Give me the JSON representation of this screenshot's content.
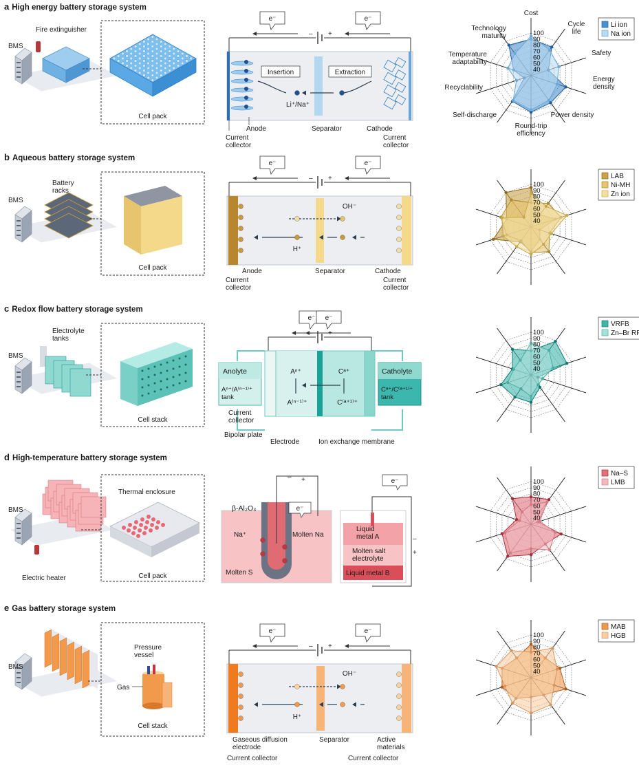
{
  "panels": [
    {
      "letter": "a",
      "title": "High energy battery storage system",
      "labels": {
        "bms": "BMS",
        "extra": "Fire extinguisher",
        "pack": "Cell pack",
        "left_electrode": "Anode",
        "left_collector": "Current\ncollector",
        "separator": "Separator",
        "right_electrode": "Cathode",
        "right_collector": "Current\ncollector",
        "ion": "Li⁺/Na⁺",
        "insertion": "Insertion",
        "extraction": "Extraction"
      }
    },
    {
      "letter": "b",
      "title": "Aqueous battery storage system",
      "labels": {
        "bms": "BMS",
        "extra": "Battery\nracks",
        "pack": "Cell pack",
        "left_electrode": "Anode",
        "left_collector": "Current\ncollector",
        "separator": "Separator",
        "right_electrode": "Cathode",
        "right_collector": "Current\ncollector",
        "ion_top": "OH⁻",
        "ion_bottom": "H⁺"
      }
    },
    {
      "letter": "c",
      "title": "Redox flow battery storage system",
      "labels": {
        "bms": "BMS",
        "extra": "Electrolyte\ntanks",
        "pack": "Cell stack",
        "anolyte": "Anolyte",
        "anolyte_tank": "Aⁿ⁺/A⁽ⁿ⁻¹⁾⁺\ntank",
        "catholyte": "Catholyte",
        "catholyte_tank": "Cᵃ⁺/C⁽ᵃ⁺¹⁾⁺\ntank",
        "a_top": "Aⁿ⁺",
        "a_bottom": "A⁽ⁿ⁻¹⁾⁺",
        "c_top": "Cᵃ⁺",
        "c_bottom": "C⁽ᵃ⁺¹⁾⁺",
        "collector": "Current\ncollector",
        "bipolar": "Bipolar plate",
        "electrode": "Electrode",
        "membrane": "Ion exchange membrane"
      }
    },
    {
      "letter": "d",
      "title": "High-temperature battery storage system",
      "labels": {
        "bms": "BMS",
        "extra": "Electric heater",
        "enclosure": "Thermal enclosure",
        "pack": "Cell pack",
        "beta": "β-Al₂O₃",
        "na_ion": "Na⁺",
        "molten_na": "Molten Na",
        "molten_s": "Molten S",
        "liquid_a": "Liquid\nmetal A",
        "salt": "Molten salt\nelectrolyte",
        "liquid_b": "Liquid metal B"
      }
    },
    {
      "letter": "e",
      "title": "Gas battery storage system",
      "labels": {
        "bms": "BMS",
        "vessel": "Pressure\nvessel",
        "gas": "Gas",
        "pack": "Cell stack",
        "left_electrode": "Gaseous diffusion\nelectrode",
        "left_collector": "Current collector",
        "separator": "Separator",
        "right_electrode": "Active\nmaterials",
        "right_collector": "Current collector",
        "ion_top": "OH⁻",
        "ion_bottom": "H⁺"
      }
    }
  ],
  "common": {
    "electron": "e⁻",
    "minus": "–",
    "plus": "+"
  },
  "radar_axes": [
    "Cost",
    "Cycle\nlife",
    "Safety",
    "Energy\ndensity",
    "Power density",
    "Round-trip\nefficiency",
    "Self-discharge",
    "Recyclability",
    "Temperature\nadaptability",
    "Technology\nmaturity"
  ],
  "radar_ticks": [
    "100",
    "90",
    "80",
    "70",
    "60",
    "50",
    "40"
  ],
  "radars": [
    {
      "panel": "a",
      "show_axis_labels": true,
      "series": [
        {
          "name": "Li ion",
          "fill": "#4a90cf",
          "stroke": "#1f5f9e",
          "values": [
            90,
            88,
            60,
            90,
            85,
            90,
            82,
            42,
            60,
            92
          ]
        },
        {
          "name": "Na ion",
          "fill": "#b9dbf2",
          "stroke": "#6aa9d8",
          "values": [
            95,
            82,
            78,
            75,
            80,
            86,
            80,
            55,
            70,
            75
          ]
        }
      ]
    },
    {
      "panel": "b",
      "show_axis_labels": false,
      "series": [
        {
          "name": "LAB",
          "fill": "#c9a24a",
          "stroke": "#8a6a1c",
          "values": [
            95,
            55,
            72,
            45,
            55,
            70,
            60,
            95,
            72,
            100
          ]
        },
        {
          "name": "Ni-MH",
          "fill": "#e6c56e",
          "stroke": "#a88a2a",
          "values": [
            70,
            78,
            82,
            62,
            80,
            72,
            58,
            72,
            82,
            85
          ]
        },
        {
          "name": "Zn ion",
          "fill": "#f3dfa4",
          "stroke": "#c8a94a",
          "values": [
            85,
            72,
            92,
            65,
            65,
            75,
            70,
            78,
            80,
            50
          ]
        }
      ]
    },
    {
      "panel": "c",
      "show_axis_labels": false,
      "series": [
        {
          "name": "VRFB",
          "fill": "#3fb5ac",
          "stroke": "#0d7a72",
          "values": [
            70,
            98,
            92,
            42,
            55,
            75,
            75,
            82,
            62,
            82
          ]
        },
        {
          "name": "Zn–Br RFB",
          "fill": "#a9e0da",
          "stroke": "#4aaca3",
          "values": [
            82,
            80,
            68,
            50,
            50,
            65,
            58,
            70,
            60,
            60
          ]
        }
      ]
    },
    {
      "panel": "d",
      "show_axis_labels": false,
      "series": [
        {
          "name": "Na–S",
          "fill": "#e0707a",
          "stroke": "#a62d3a",
          "values": [
            75,
            80,
            42,
            82,
            70,
            80,
            95,
            80,
            55,
            82
          ]
        },
        {
          "name": "LMB",
          "fill": "#f4b9bf",
          "stroke": "#d47a82",
          "values": [
            62,
            75,
            45,
            72,
            82,
            70,
            88,
            75,
            50,
            55
          ]
        }
      ]
    },
    {
      "panel": "e",
      "show_axis_labels": false,
      "series": [
        {
          "name": "MAB",
          "fill": "#ee9a4e",
          "stroke": "#b05a1a",
          "values": [
            85,
            70,
            80,
            90,
            65,
            62,
            72,
            80,
            80,
            70
          ]
        },
        {
          "name": "HGB",
          "fill": "#f8cfa5",
          "stroke": "#d89560",
          "values": [
            72,
            90,
            75,
            70,
            85,
            88,
            82,
            75,
            90,
            85
          ]
        }
      ]
    }
  ]
}
